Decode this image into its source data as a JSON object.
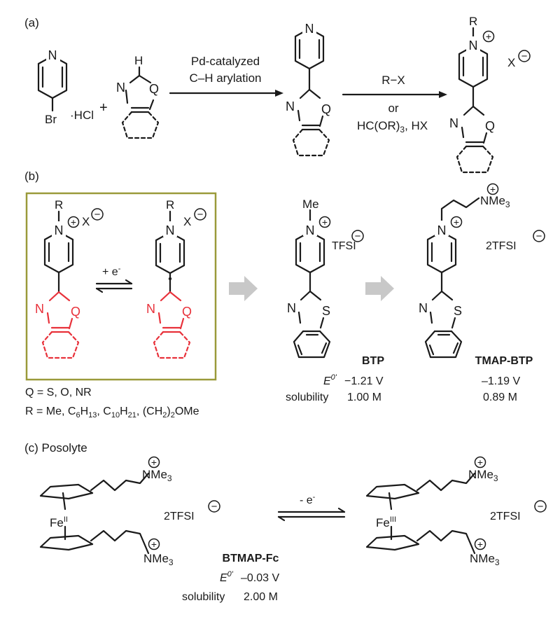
{
  "sections": {
    "a": "(a)",
    "b": "(b)",
    "c": "(c) Posolyte"
  },
  "labels": {
    "hcl": "·HCl",
    "br": "Br",
    "plus": "+",
    "n": "N",
    "h": "H",
    "q": "Q",
    "s": "S",
    "r": "R",
    "me": "Me",
    "x": "X",
    "plus_charge": "+",
    "minus_charge": "−",
    "nme3": "NMe",
    "sub3": "3",
    "fe": "Fe",
    "fe2": "II",
    "fe3": "III",
    "tfsi": "TFSI",
    "twotfsi": "2TFSI"
  },
  "arrows": {
    "a1_line1": "Pd-catalyzed",
    "a1_line2": "C–H arylation",
    "a2_line1": "R−X",
    "a2_line2": "or",
    "a2_line3": "HC(OR)",
    "a2_line3_sub": "3",
    "a2_line3_end": ", HX",
    "b_eq": "+ e",
    "b_eq_sup": "-",
    "c_eq": "- e",
    "c_eq_sup": "-"
  },
  "panel_b": {
    "q_def": "Q = S, O, NR",
    "r_def_1": "R = Me, C",
    "r_sub_1": "6",
    "r_def_2": "H",
    "r_sub_2": "13",
    "r_def_3": ", C",
    "r_sub_3": "10",
    "r_def_4": "H",
    "r_sub_4": "21",
    "r_def_5": ", (CH",
    "r_sub_5": "2",
    "r_def_6": ")",
    "r_sub_6": "2",
    "r_def_7": "OMe",
    "btp_name": "BTP",
    "tmap_name": "TMAP-BTP",
    "e_label": "E",
    "e_sup": "0'",
    "solubility_label": "solubility",
    "btp_e": "−1.21 V",
    "btp_sol": "1.00 M",
    "tmap_e": "–1.19 V",
    "tmap_sol": "0.89 M"
  },
  "panel_c": {
    "name": "BTMAP-Fc",
    "e_label": "E",
    "e_sup": "0'",
    "e_value": "–0.03 V",
    "solubility_label": "solubility",
    "sol_value": "2.00 M"
  },
  "colors": {
    "ink": "#1a1a1a",
    "highlight": "#e8313a",
    "box_border": "#9a9a3a",
    "block_arrow": "#c8c8c8"
  }
}
